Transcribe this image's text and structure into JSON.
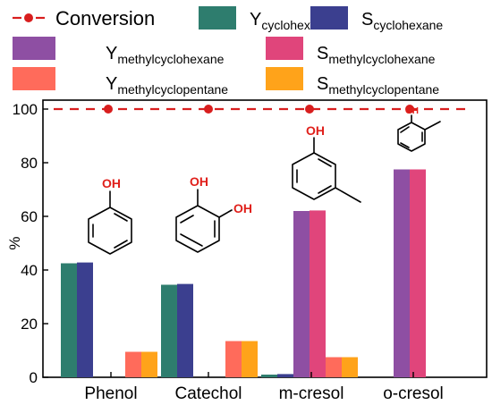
{
  "chart_data": {
    "type": "bar",
    "categories": [
      "Phenol",
      "Catechol",
      "m-cresol",
      "o-cresol"
    ],
    "ylabel": "%",
    "ylim": [
      0,
      100
    ],
    "yticks": [
      0,
      20,
      40,
      60,
      80,
      100
    ],
    "grid": false,
    "legend_position": "top",
    "series": [
      {
        "key": "y_ch",
        "label_main": "Y",
        "label_sub": "cyclohexane",
        "color": "#2e7d6e",
        "values": [
          42.5,
          34.5,
          1.0,
          0
        ]
      },
      {
        "key": "s_ch",
        "label_main": "S",
        "label_sub": "cyclohexane",
        "color": "#3b3f8f",
        "values": [
          42.8,
          34.8,
          1.2,
          0
        ]
      },
      {
        "key": "y_mch",
        "label_main": "Y",
        "label_sub": "methylcyclohexane",
        "color": "#8e4fa3",
        "values": [
          0,
          0,
          62.0,
          77.5
        ]
      },
      {
        "key": "s_mch",
        "label_main": "S",
        "label_sub": "methylcyclohexane",
        "color": "#e0457b",
        "values": [
          0,
          0,
          62.2,
          77.5
        ]
      },
      {
        "key": "y_mcp",
        "label_main": "Y",
        "label_sub": "methylcyclopentane",
        "color": "#ff6b5b",
        "values": [
          9.5,
          13.5,
          7.5,
          0
        ]
      },
      {
        "key": "s_mcp",
        "label_main": "S",
        "label_sub": "methylcyclopentane",
        "color": "#ffa31a",
        "values": [
          9.5,
          13.5,
          7.5,
          0
        ]
      }
    ],
    "conversion": {
      "label": "Conversion",
      "color": "#d81e1e",
      "values": [
        100,
        100,
        100,
        100
      ]
    },
    "annotations": {
      "oh_label": "OH"
    }
  }
}
